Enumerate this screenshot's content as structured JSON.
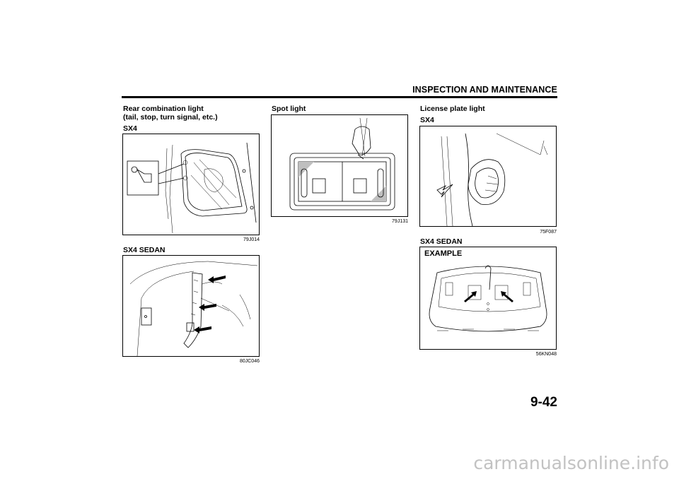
{
  "header": {
    "title": "INSPECTION AND MAINTENANCE"
  },
  "col1": {
    "heading_line1": "Rear combination light",
    "heading_line2": "(tail, stop, turn signal, etc.)",
    "sub1": "SX4",
    "fig1_code": "79J014",
    "sub2": "SX4 SEDAN",
    "fig2_code": "80JC046"
  },
  "col2": {
    "heading": "Spot light",
    "fig_code": "79J131"
  },
  "col3": {
    "heading": "License plate light",
    "sub1": "SX4",
    "fig1_code": "75F087",
    "sub2": "SX4 SEDAN",
    "fig2_label": "EXAMPLE",
    "fig2_code": "56KN048"
  },
  "page_number": "9-42",
  "footer": {
    "watermark": "carmanualsonline.info"
  }
}
